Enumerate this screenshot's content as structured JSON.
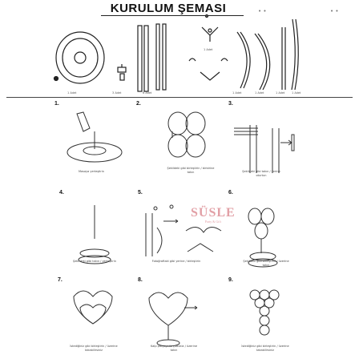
{
  "title": "KURULUM ŞEMASI",
  "header_dots": "• •",
  "parts": {
    "label_ring": "1 Adet",
    "label_small_part": "3 Adet",
    "label_rod_pair": "6 Adet",
    "label_connector": "1 Adet",
    "label_curve_1": "1 Adet",
    "label_curve_2": "1 Adet",
    "label_long_rod": "1 Adet",
    "label_hook": "1 Adet"
  },
  "steps": [
    {
      "number": "1.",
      "caption": "Masaya yerleştirin"
    },
    {
      "number": "2.",
      "caption": "Şekildeki gibi birleştirin / birbirine takın"
    },
    {
      "number": "3.",
      "caption": "Şekildeki gibi takın / yerine oturtun"
    },
    {
      "number": "4.",
      "caption": "Şekildeki gibi takın / yerleştirin"
    },
    {
      "number": "5.",
      "caption": "Fotoğraftaki gibi yerine / birleştirin"
    },
    {
      "number": "6.",
      "caption": "Şekildeki gibi birleştirin / üzerine takın"
    },
    {
      "number": "7.",
      "caption": "İstediğiniz gibi birleştirin / üzerine takabilirsiniz"
    },
    {
      "number": "8.",
      "caption": "Kalp parçayı ile çubukla / üzerine takın"
    },
    {
      "number": "9.",
      "caption": "İstediğiniz gibi birleştirin / üzerine takabilirsiniz"
    }
  ],
  "logo": {
    "name": "SÜSLE",
    "tagline": "Party & Gift"
  },
  "colors": {
    "ink": "#111111",
    "logo": "#e2a0a6",
    "rule": "#444444"
  }
}
